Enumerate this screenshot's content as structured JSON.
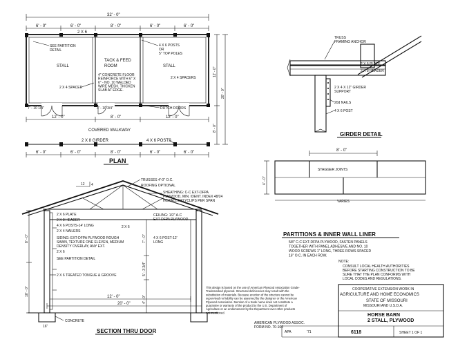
{
  "plan": {
    "title": "PLAN",
    "overall_width": "32' - 0\"",
    "depth": "20' - 0\"",
    "depth_right_top": "12' - 0\"",
    "depth_walkway": "8' - 0\"",
    "top_dims": [
      "6' - 0\"",
      "6' - 0\"",
      "8' - 0\"",
      "6' - 0\"",
      "6' - 0\""
    ],
    "stall_dims": [
      "12' - 0\"",
      "8' - 0\"",
      "12' - 0\""
    ],
    "bottom_dims": [
      "6' - 0\"",
      "6' - 0\"",
      "8' - 0\"",
      "6' - 0\"",
      "6' - 0\""
    ],
    "top_plate_label": "2 X 6",
    "door_width_left": "7' - 10 1/4\"",
    "door_width_mid": "3' - 10 3/4\"",
    "girder_label": "2 X 8 GIRDER",
    "posts_label": "4 X 6 POSTS",
    "callouts": {
      "see_partition": "SEE PARTITION\nDETAIL",
      "stall_left": "STALL",
      "stall_right": "STALL",
      "tack_room": "TACK & FEED\nROOM",
      "posts_or_poles": "4 X 6 POSTS\nOR\n5\" TOP POLES",
      "spacers_right": "2 X 4 SPACERS",
      "spacer_left": "2 X 4 SPACER",
      "floor_note": "4\" CONCRETE FLOOR\nREINFORCE WITH 6\" X\n6\" - NO. 10 WELDED\nWIRE MESH. THICKEN\nSLAB AT EDGE.",
      "dutch_doors": "DUTCH DOORS",
      "walkway": "COVERED WALKWAY"
    }
  },
  "girder_detail": {
    "title": "GIRDER DETAIL",
    "labels": {
      "truss": "TRUSS",
      "anchor": "FRAMING ANCHOR",
      "plate": "2 X 6 PLATE",
      "header": "2 X 8 HEADER",
      "girder": "2 X 4  X 12\" GIRDER\nSUPPORT",
      "nails": "20d NAILS",
      "post": "4 X 6 POST"
    }
  },
  "partitions": {
    "width_dim": "8' - 0\"",
    "height_dim": "4' - 0\"",
    "stagger": "STAGGER JOINTS",
    "varies": "VARIES",
    "title": "PARTITIONS & INNER WALL LINER",
    "description": "5/8\" C-C EXT-DFPA PLYWOOD, FASTEN PANELS\nTOGETHER WITH PANEL ADHESIVE AND NO. 10\nWOOD SCREWS 1\" LONG, THREE ROWS SPACED\n16\" O.C. IN EACH ROW."
  },
  "section": {
    "title": "SECTION THRU DOOR",
    "pitch_run": "12",
    "pitch_rise": "4",
    "labels": {
      "trusses": "TRUSSES 4'-0\" O.C.",
      "roofing": "ROOFING OPTIONAL",
      "sheathing": "SHEATHING: C-C EXT-DFPA\nPLYWOOD, MIN. IDENT. INDEX 48/24\nINSTALL 2 PLYCLIPS PER SPAN",
      "plate": "2 X 6 PLATE",
      "header": "2 X 8 HEADER",
      "posts": "4 X 6 POSTS-14' LONG",
      "nailers": "2 X 4 NAILERS",
      "siding": "SIDING: EXT-DFPA PLYWOOD ROUGH\nSAWN, TEXTURE ONE ELEVEN, MEDIUM\nDENSITY OVERLAY, ANY EXT.",
      "two_by_six": "2 X 6",
      "see_partition": "SEE PARTITION DETAIL",
      "tongue_groove": "2 X 6 TREATED TONGUE & GROOVE",
      "ceiling": "CEILING: 1/2\" A-C\nEXT-DFPA PLYWOOD",
      "right_2x6": "2 X 6",
      "post_12": "4 X 6 POST-12'\nLONG",
      "concrete": "CONCRETE"
    },
    "dims": {
      "left_1": "8' - 0\"",
      "left_2": "10' - 0\"",
      "right_1": "7' - 0\"",
      "right_2": "5' - 3 3/4\"",
      "right_3": "4' - 0\"",
      "bottom_mid": "12' - 0\"",
      "bottom_total": "20' - 0\"",
      "footing": "16\""
    }
  },
  "notes": {
    "note_title": "NOTE:",
    "note_body": "CONSULT LOCAL HEALTH AUTHORITIES\nBEFORE STARTING CONSTRUCTION TO BE\nSURE THAT THE PLAN CONFORMS WITH\nLOCAL CODES AND REGULATIONS.",
    "disclaimer": "This design is based on the use of American Plywood Association Grade-\nTrademarked plywood. Structural deficiencies may result with the\nsubstitution of materials. Because erection of the structure cannot be\nsupervised no liability can be assumed by the designer or the American\nPlywood Association. Mention of a trade name does not constitute a\nguarantee or warranty of the product by the U.S. Department of\nAgriculture or an endorsement by the Department over other products\nnot mentioned.",
    "credit": "AMERICAN PLYWOOD ASSOC.\nFORM NO. 70-160"
  },
  "title_block": {
    "coop": "COOPERATIVE EXTENSION WORK IN",
    "dept": "AGRICULTURE AND HOME ECONOMICS",
    "state": "STATE OF MISSOURI",
    "university": "MISSOURI AND U.S.D.A.",
    "drawing_title": "HORSE BARN\n2 STALL, PLYWOOD",
    "apa": "APA",
    "year": "'71",
    "plan_no": "6118",
    "sheet": "SHEET 1 OF 1"
  }
}
